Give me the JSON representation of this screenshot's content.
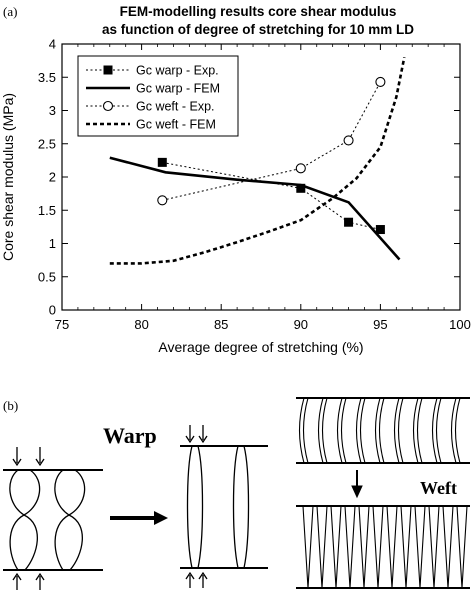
{
  "panels": {
    "a": "(a)",
    "b": "(b)"
  },
  "diagram": {
    "warp_label": "Warp",
    "weft_label": "Weft"
  },
  "chart_data": {
    "type": "line",
    "title": "FEM-modelling results core shear modulus",
    "subtitle": "as function of degree of stretching for 10 mm LD",
    "xlabel": "Average degree of stretching (%)",
    "ylabel": "Core shear modulus (MPa)",
    "xlim": [
      75,
      100
    ],
    "ylim": [
      0,
      4
    ],
    "xticks": [
      75,
      80,
      85,
      90,
      95,
      100
    ],
    "yticks": [
      0,
      0.5,
      1,
      1.5,
      2,
      2.5,
      3,
      3.5,
      4
    ],
    "xtick_labels": [
      "75",
      "80",
      "85",
      "90",
      "95",
      "100"
    ],
    "ytick_labels": [
      "0",
      "0.5",
      "1",
      "1.5",
      "2",
      "2.5",
      "3",
      "3.5",
      "4"
    ],
    "grid": false,
    "legend_position": "top-left",
    "series": [
      {
        "name": "Gc warp - Exp.",
        "style": "dotted",
        "marker": "filled-square",
        "x": [
          81.3,
          90.0,
          93.0,
          95.0
        ],
        "y": [
          2.22,
          1.83,
          1.32,
          1.21
        ]
      },
      {
        "name": "Gc warp - FEM",
        "style": "solid",
        "marker": "none",
        "x": [
          78.0,
          81.5,
          86.0,
          90.0,
          93.0,
          96.2
        ],
        "y": [
          2.29,
          2.07,
          1.96,
          1.88,
          1.62,
          0.76
        ]
      },
      {
        "name": "Gc weft - Exp.",
        "style": "dotted",
        "marker": "open-circle",
        "x": [
          81.3,
          90.0,
          93.0,
          95.0
        ],
        "y": [
          1.65,
          2.13,
          2.55,
          3.43
        ]
      },
      {
        "name": "Gc weft - FEM",
        "style": "dashed",
        "marker": "none",
        "x": [
          78.0,
          80.0,
          82.0,
          84.0,
          86.0,
          88.0,
          90.0,
          92.0,
          93.5,
          95.0,
          96.0,
          96.5
        ],
        "y": [
          0.7,
          0.7,
          0.74,
          0.87,
          1.02,
          1.18,
          1.35,
          1.68,
          1.98,
          2.45,
          3.2,
          3.8
        ]
      }
    ]
  },
  "colors": {
    "ink": "#000000",
    "background": "#ffffff"
  }
}
